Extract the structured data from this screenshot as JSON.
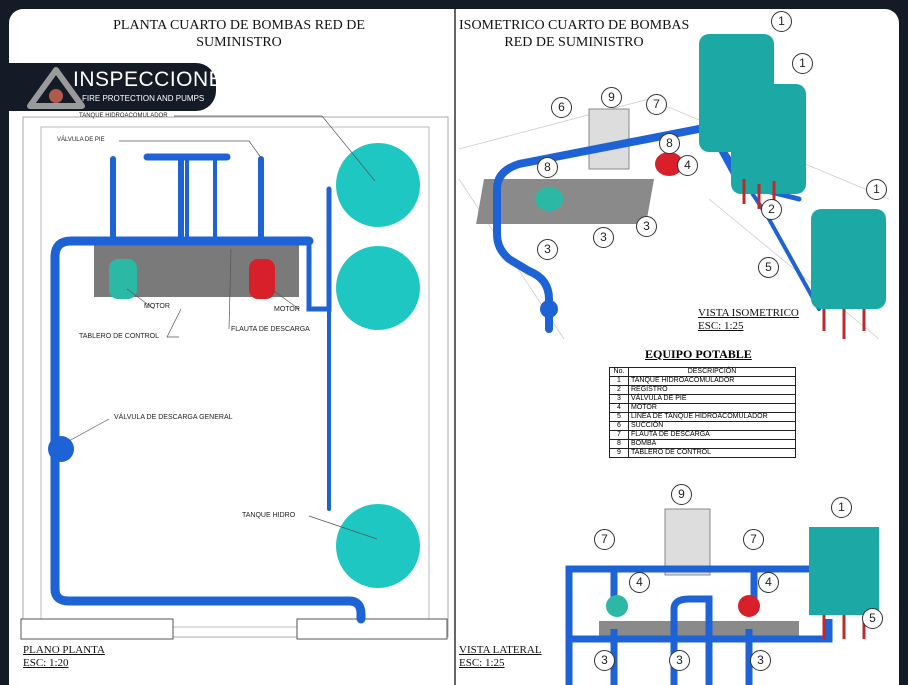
{
  "logo": {
    "name": "INSPECCIONES",
    "tagline": "FIRE PROTECTION AND PUMPS"
  },
  "plan": {
    "title_line1": "PLANTA  CUARTO DE BOMBAS RED DE",
    "title_line2": "SUMINISTRO",
    "labels": {
      "tank": "TANQUE HIDROACOMULADOR",
      "foot_valve": "VÁLVULA DE PIE",
      "motor_left": "MOTOR",
      "motor_right": "MOTOR",
      "control_panel": "TABLERO DE CONTROL",
      "discharge_manifold": "FLAUTA DE DESCARGA",
      "general_valve": "VÁLVULA DE DESCARGA GENERAL",
      "tank_hidro": "TANQUE HIDRO"
    },
    "view_name": "PLANO PLANTA",
    "scale": "ESC: 1:20"
  },
  "isometric": {
    "title_line1": "ISOMETRICO CUARTO DE BOMBAS",
    "title_line2": "RED DE SUMINISTRO",
    "view_name": "VISTA ISOMETRICO",
    "scale": "ESC: 1:25",
    "callouts": [
      "1",
      "1",
      "1",
      "9",
      "6",
      "7",
      "8",
      "8",
      "4",
      "2",
      "5",
      "3",
      "3",
      "3"
    ]
  },
  "equipment_table": {
    "title": "EQUIPO POTABLE",
    "headers": [
      "No.",
      "DESCRIPCIÓN"
    ],
    "rows": [
      {
        "no": "1",
        "desc": "TANQUE HIDROACOMULADOR"
      },
      {
        "no": "2",
        "desc": "REGISTRO"
      },
      {
        "no": "3",
        "desc": "VÁLVULA DE PIE"
      },
      {
        "no": "4",
        "desc": "MOTOR"
      },
      {
        "no": "5",
        "desc": "LINEA DE TANQUE HIDROACOMULADOR"
      },
      {
        "no": "6",
        "desc": "SUCCIÓN"
      },
      {
        "no": "7",
        "desc": "FLAUTA DE DESCARGA"
      },
      {
        "no": "8",
        "desc": "BOMBA"
      },
      {
        "no": "9",
        "desc": "TABLERO DE CONTROL"
      }
    ]
  },
  "lateral": {
    "view_name": "VISTA LATERAL",
    "scale": "ESC: 1:25",
    "callouts": [
      "9",
      "7",
      "7",
      "1",
      "4",
      "4",
      "5",
      "3",
      "3",
      "3"
    ]
  },
  "colors": {
    "pipe": "#1e63d6",
    "tank": "#1fc7c3",
    "motor_green": "#2bb8a5",
    "motor_red": "#d8202a",
    "frame": "#141b26"
  }
}
